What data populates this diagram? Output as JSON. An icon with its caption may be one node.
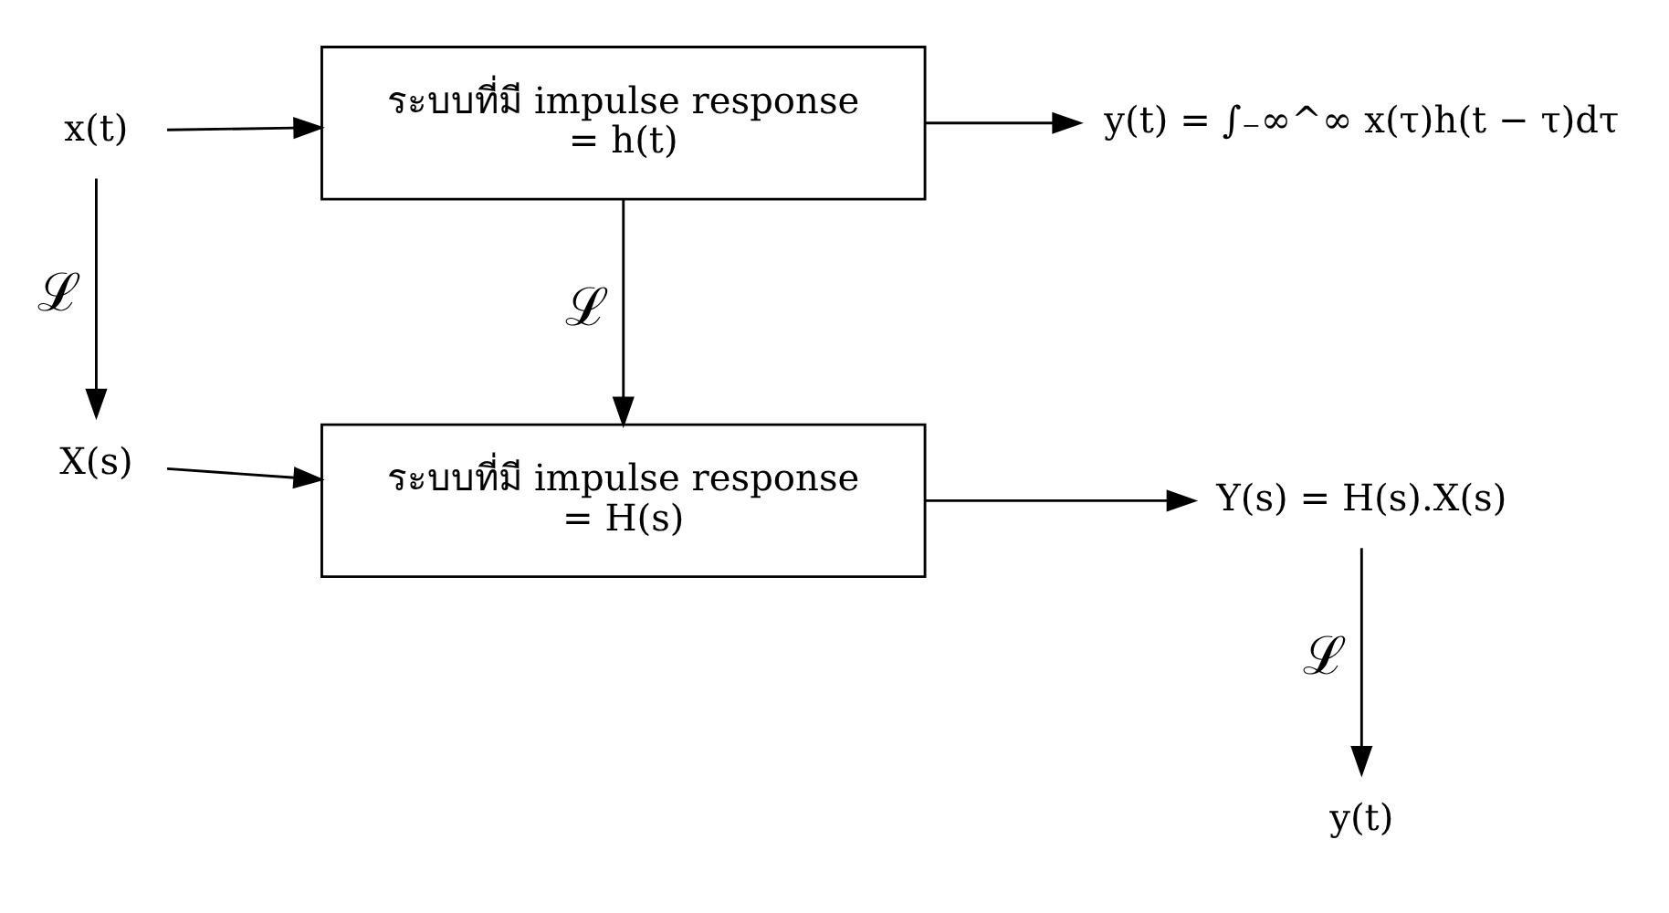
{
  "diagram": {
    "nodes": [
      {
        "text": [
          "x(t)"
        ]
      },
      {
        "text": [
          "ระบบที่มี impulse response",
          "= h(t)"
        ]
      },
      {
        "text": [
          "y(t) = ∫₋∞^∞ x(τ)h(t − τ)dτ"
        ]
      },
      {
        "text": [
          "X(s)"
        ]
      },
      {
        "text": [
          "ระบบที่มี impulse response",
          "= H(s)"
        ]
      },
      {
        "text": [
          "Y(s) = H(s).X(s)"
        ]
      },
      {
        "text": [
          "y(t)"
        ]
      }
    ],
    "edges": [
      {
        "from": 0,
        "to": 1,
        "arrow": "to"
      },
      {
        "from": 1,
        "to": 2,
        "arrow": "to"
      },
      {
        "from": 0,
        "to": 3,
        "arrow": "to",
        "label": "ℒ"
      },
      {
        "from": 1,
        "to": 4,
        "arrow": "to",
        "label": "ℒ"
      },
      {
        "from": 3,
        "to": 4,
        "arrow": "to"
      },
      {
        "from": 4,
        "to": 5,
        "arrow": "to"
      },
      {
        "from": 5,
        "to": 6,
        "arrow": "to",
        "label": "ℒ"
      }
    ]
  }
}
